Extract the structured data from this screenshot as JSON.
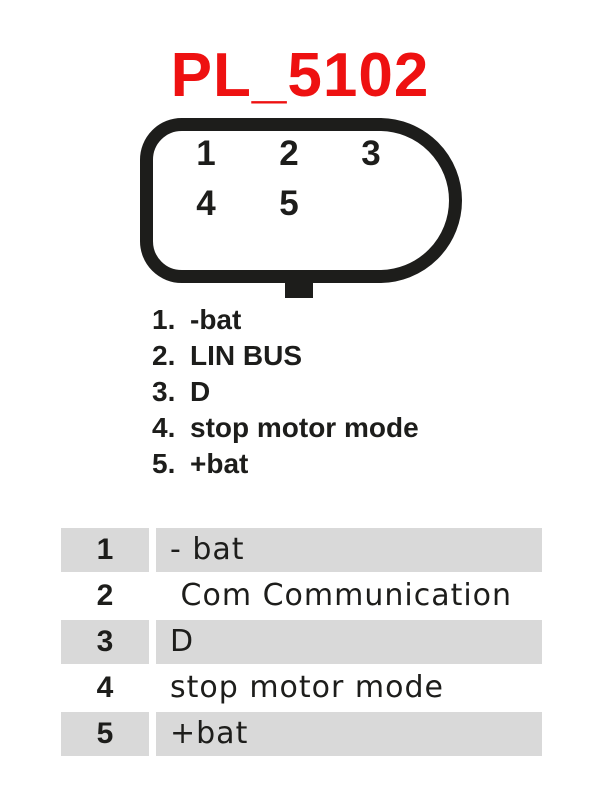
{
  "title": {
    "text": "PL_5102"
  },
  "connector": {
    "pins_top": [
      {
        "number": "1"
      },
      {
        "number": "2"
      },
      {
        "number": "3"
      }
    ],
    "pins_bottom": [
      {
        "number": "4"
      },
      {
        "number": "5"
      }
    ]
  },
  "legend": {
    "items": [
      {
        "num": "1.",
        "label": "-bat"
      },
      {
        "num": "2.",
        "label": "LIN BUS"
      },
      {
        "num": "3.",
        "label": "D"
      },
      {
        "num": "4.",
        "label": "stop motor mode"
      },
      {
        "num": "5.",
        "label": "+bat"
      }
    ]
  },
  "table": {
    "rows": [
      {
        "num": "1",
        "desc": "- bat"
      },
      {
        "num": "2",
        "desc": " Com Communication"
      },
      {
        "num": "3",
        "desc": "D"
      },
      {
        "num": "4",
        "desc": "stop motor mode"
      },
      {
        "num": "5",
        "desc": "+bat"
      }
    ]
  },
  "colors": {
    "accent_red": "#ee1111",
    "ink": "#1d1d1b",
    "row_gray": "#d9d9d9"
  }
}
